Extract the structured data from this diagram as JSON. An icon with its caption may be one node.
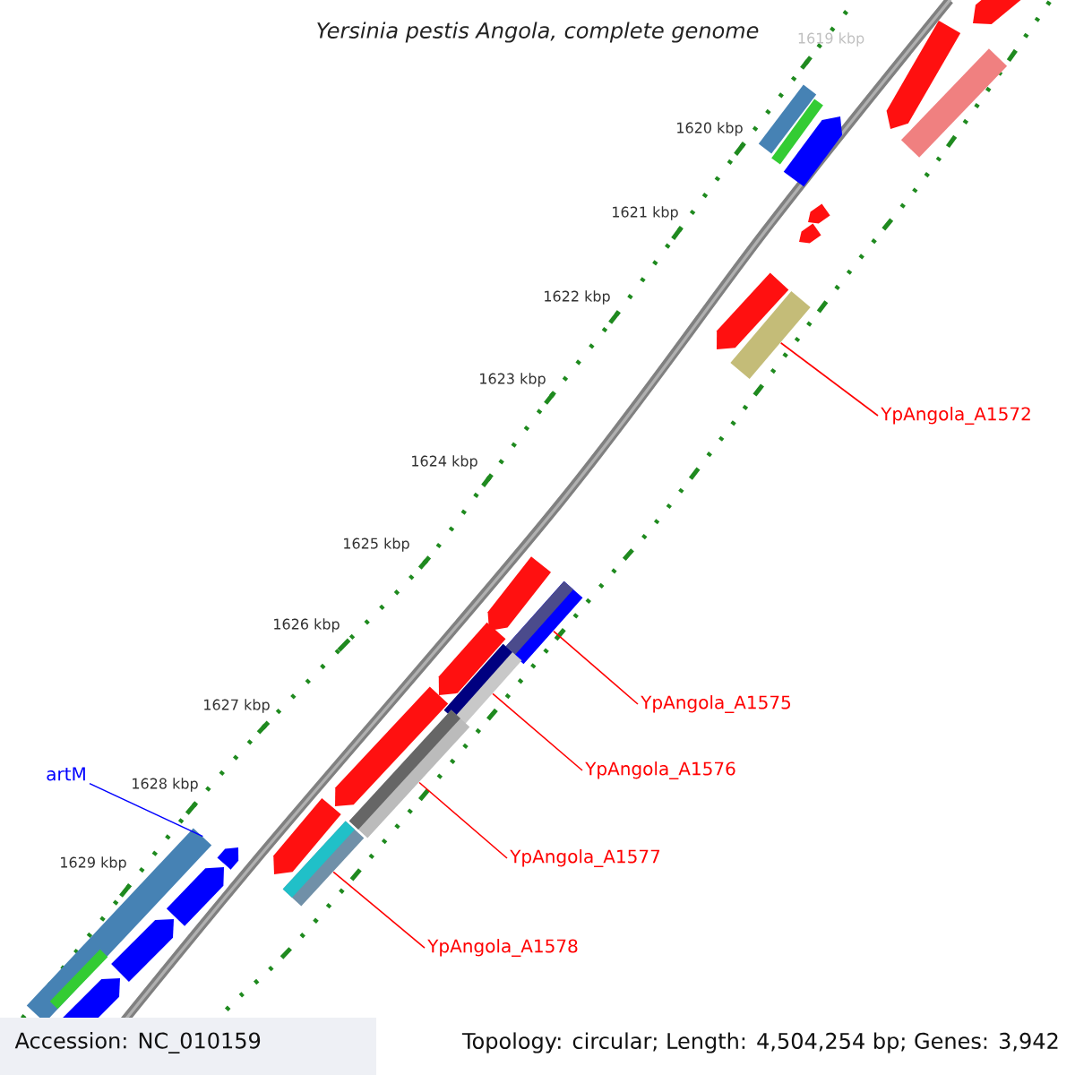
{
  "diagram": {
    "title": "Yersinia pestis Angola, complete genome",
    "nodes": [
      {
        "text": [
          "YpAngola_A1572"
        ]
      },
      {
        "text": [],
        "shape": "bar"
      },
      {
        "text": [
          "YpAngola_A1575"
        ]
      },
      {
        "text": [],
        "shape": "bar"
      },
      {
        "text": [
          "YpAngola_A1576"
        ]
      },
      {
        "text": [],
        "shape": "bar"
      },
      {
        "text": [
          "YpAngola_A1577"
        ]
      },
      {
        "text": [],
        "shape": "bar"
      },
      {
        "text": [
          "YpAngola_A1578"
        ]
      },
      {
        "text": [],
        "shape": "bar"
      },
      {
        "text": [
          "artM"
        ]
      },
      {
        "text": [],
        "shape": "bar"
      }
    ],
    "edges": [
      {
        "from": 0,
        "to": 1,
        "arrow": "none"
      },
      {
        "from": 2,
        "to": 3,
        "arrow": "none"
      },
      {
        "from": 4,
        "to": 5,
        "arrow": "none"
      },
      {
        "from": 6,
        "to": 7,
        "arrow": "none"
      },
      {
        "from": 8,
        "to": 9,
        "arrow": "none"
      },
      {
        "from": 10,
        "to": 11,
        "arrow": "none",
        "color": "#0000ff"
      }
    ],
    "labels": [
      "1619 kbp",
      "1620 kbp",
      "1621 kbp",
      "1622 kbp",
      "1623 kbp",
      "1624 kbp",
      "1625 kbp",
      "1626 kbp",
      "1627 kbp",
      "1628 kbp",
      "1629 kbp",
      "Accession: NC_010159",
      "Topology: circular; Length: 4,504,254 bp; Genes: 3,942"
    ]
  }
}
